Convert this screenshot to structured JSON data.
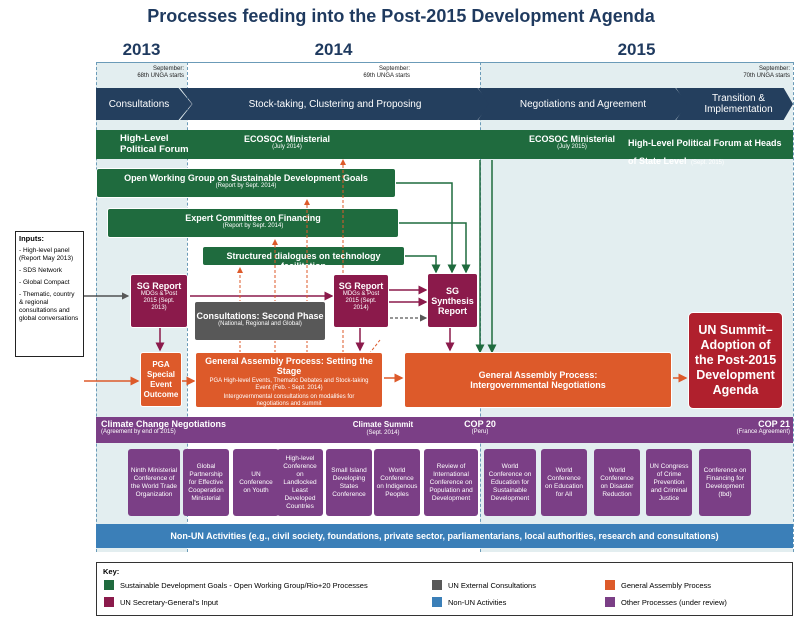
{
  "title": "Processes feeding into the Post-2015 Development Agenda",
  "years": [
    "2013",
    "2014",
    "2015"
  ],
  "sept_markers": [
    {
      "line1": "September:",
      "line2": "68th UNGA starts"
    },
    {
      "line1": "September:",
      "line2": "69th UNGA starts"
    },
    {
      "line1": "September:",
      "line2": "70th UNGA starts"
    }
  ],
  "phases": [
    "Consultations",
    "Stock-taking, Clustering and Proposing",
    "Negotiations and Agreement",
    "Transition & Implementation"
  ],
  "hlpf_left": "High-Level Political Forum",
  "ecosoc_2014": {
    "title": "ECOSOC Ministerial",
    "sub": "(July 2014)"
  },
  "ecosoc_2015": {
    "title": "ECOSOC Ministerial",
    "sub": "(July 2015)"
  },
  "hlpf_right": {
    "title": "High-Level Political Forum at Heads of State Level",
    "sub": "(Sept. 2015)"
  },
  "owg": {
    "title": "Open Working Group on Sustainable Development Goals",
    "sub": "(Report by Sept. 2014)"
  },
  "expert": {
    "title": "Expert Committee on Financing",
    "sub": "(Report by Sept. 2014)"
  },
  "tech": "Structured dialogues on technology facilitation",
  "inputs": {
    "title": "Inputs:",
    "items": [
      "High-level panel (Report May 2013)",
      "SDS Network",
      "Global Compact",
      "Thematic, country & regional consultations and global conversations"
    ]
  },
  "sg1": {
    "title": "SG Report",
    "sub": "MDGs & Post 2015 (Sept. 2013)"
  },
  "sg2": {
    "title": "SG Report",
    "sub": "MDGs & Post 2015 (Sept. 2014)"
  },
  "sg_synth": "SG Synthesis Report",
  "consult2": {
    "title": "Consultations: Second Phase",
    "sub": "(National, Regional and Global)"
  },
  "pga": "PGA Special Event Outcome",
  "ga_stage": {
    "title": "General Assembly Process: Setting the Stage",
    "sub1": "PGA High-level Events, Thematic Debates and Stock-taking Event (Feb. - Sept. 2014)",
    "sub2": "Intergovernmental consultations on modalities for negotiations and summit"
  },
  "ga_neg": "General Assembly Process: Intergovernmental Negotiations",
  "summit": "UN Summit– Adoption of the Post-2015 Development Agenda",
  "climate": {
    "title": "Climate Change Negotiations",
    "sub": "(Agreement by end of 2015)",
    "summit": "Climate Summit",
    "summit_sub": "(Sept. 2014)",
    "cop20": "COP 20",
    "cop20_sub": "(Peru)",
    "cop21": "COP 21",
    "cop21_sub": "(France Agreement)"
  },
  "other_processes": [
    "Ninth Ministerial Conference of the World Trade Organization",
    "Global Partnership for Effective Cooperation Ministerial",
    "UN Conference on Youth",
    "High-level Conference on Landlocked Least Developed Countries",
    "Small Island Developing States Conference",
    "World Conference on Indigenous Peoples",
    "Review of International Conference on Population and Development",
    "World Conference on Education for Sustainable Development",
    "World Conference on Education for All",
    "World Conference on Disaster Reduction",
    "UN Congress of Crime Prevention and Criminal Justice",
    "Conference on Financing for Development (tbd)"
  ],
  "non_un": "Non-UN Activities (e.g., civil society, foundations, private sector, parliamentarians, local authorities, research and consultations)",
  "key": {
    "title": "Key:",
    "items": [
      {
        "label": "Sustainable Development Goals - Open Working Group/Rio+20 Processes",
        "color": "#1f6b3e"
      },
      {
        "label": "UN Secretary-General's Input",
        "color": "#8b1a4b"
      },
      {
        "label": "UN External Consultations",
        "color": "#585858"
      },
      {
        "label": "Non-UN Activities",
        "color": "#3b7fb8"
      },
      {
        "label": "General Assembly Process",
        "color": "#dd5a2a"
      },
      {
        "label": "Other Processes (under review)",
        "color": "#7b3f86"
      }
    ]
  }
}
